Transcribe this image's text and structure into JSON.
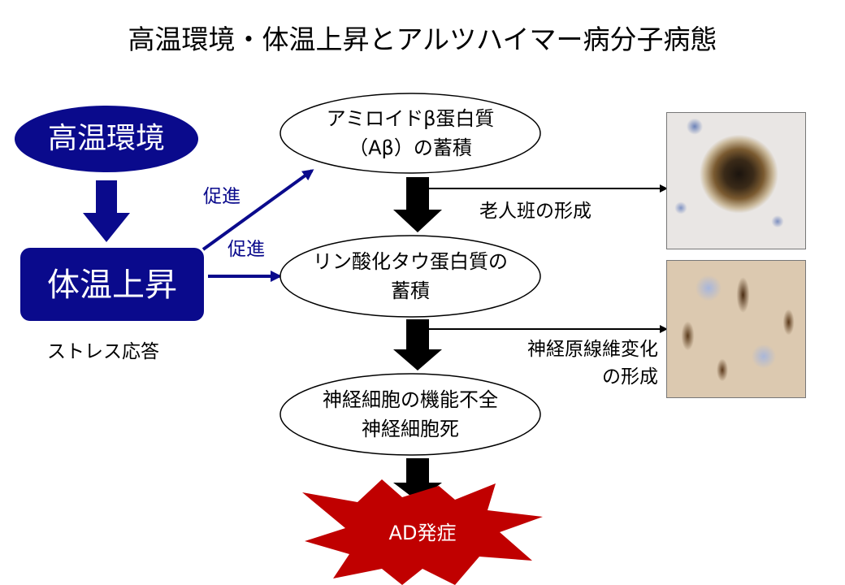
{
  "title": "高温環境・体温上昇とアルツハイマー病分子病態",
  "left": {
    "env": "高温環境",
    "temp": "体温上昇",
    "stress": "ストレス応答",
    "promote1": "促進",
    "promote2": "促進"
  },
  "center": {
    "amyloid": [
      "アミロイドβ蛋白質",
      "（Aβ）の蓄積"
    ],
    "tau": [
      "リン酸化タウ蛋白質の",
      "蓄積"
    ],
    "neuron": [
      "神経細胞の機能不全",
      "神経細胞死"
    ],
    "onset": "AD発症"
  },
  "right": {
    "plaque": "老人班の形成",
    "tangle": [
      "神経原線維変化",
      "の形成"
    ]
  },
  "colors": {
    "navy": "#0a0a8c",
    "red": "#c00000"
  }
}
